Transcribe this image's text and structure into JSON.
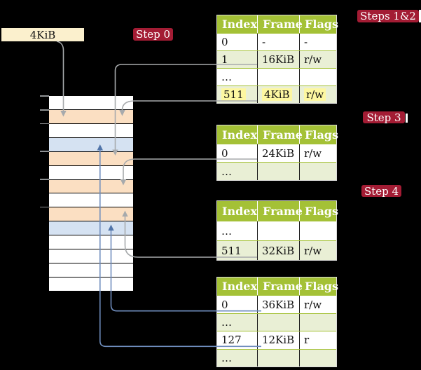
{
  "label_box": {
    "text": "4KiB"
  },
  "badges": {
    "step0": {
      "label": "Step 0"
    },
    "steps12": {
      "label": "Steps 1&2"
    },
    "step3": {
      "label": "Step 3"
    },
    "step4": {
      "label": "Step 4"
    }
  },
  "memory_stack": {
    "rows": [
      "white",
      "orange",
      "white",
      "blue",
      "orange",
      "white",
      "orange",
      "white",
      "orange",
      "blue",
      "white",
      "white",
      "white",
      "white"
    ]
  },
  "tables": [
    {
      "id": "page-table-steps12",
      "headers": [
        "Index",
        "Frame",
        "Flags"
      ],
      "rows": [
        {
          "cells": [
            "0",
            "-",
            "-"
          ],
          "shaded": false,
          "highlight": false
        },
        {
          "cells": [
            "1",
            "16KiB",
            "r/w"
          ],
          "shaded": true,
          "highlight": false
        },
        {
          "cells": [
            "…",
            "",
            ""
          ],
          "shaded": false,
          "highlight": false
        },
        {
          "cells": [
            "511",
            "4KiB",
            "r/w"
          ],
          "shaded": true,
          "highlight": true
        }
      ]
    },
    {
      "id": "page-table-step3",
      "headers": [
        "Index",
        "Frame",
        "Flags"
      ],
      "rows": [
        {
          "cells": [
            "0",
            "24KiB",
            "r/w"
          ],
          "shaded": false,
          "highlight": false
        },
        {
          "cells": [
            "…",
            "",
            ""
          ],
          "shaded": true,
          "highlight": false
        }
      ]
    },
    {
      "id": "page-table-step4-upper",
      "headers": [
        "Index",
        "Frame",
        "Flags"
      ],
      "rows": [
        {
          "cells": [
            "…",
            "",
            ""
          ],
          "shaded": false,
          "highlight": false
        },
        {
          "cells": [
            "511",
            "32KiB",
            "r/w"
          ],
          "shaded": true,
          "highlight": false
        }
      ]
    },
    {
      "id": "page-table-step4-lower",
      "headers": [
        "Index",
        "Frame",
        "Flags"
      ],
      "rows": [
        {
          "cells": [
            "0",
            "36KiB",
            "r/w"
          ],
          "shaded": false,
          "highlight": false
        },
        {
          "cells": [
            "…",
            "",
            ""
          ],
          "shaded": true,
          "highlight": false
        },
        {
          "cells": [
            "127",
            "12KiB",
            "r"
          ],
          "shaded": false,
          "highlight": false
        },
        {
          "cells": [
            "…",
            "",
            ""
          ],
          "shaded": true,
          "highlight": false
        }
      ]
    }
  ],
  "colors": {
    "badge_red": "#a31c34",
    "header_green": "#a4c136",
    "row_light_green": "#e9efd5",
    "highlight_yellow": "#fdf7a1",
    "frame_orange": "#fbdfc2",
    "frame_blue": "#d5e2f2",
    "label_cream": "#fbf0cd",
    "arrow_gray": "#a7aaac",
    "arrow_blue": "#6f8dbd"
  }
}
